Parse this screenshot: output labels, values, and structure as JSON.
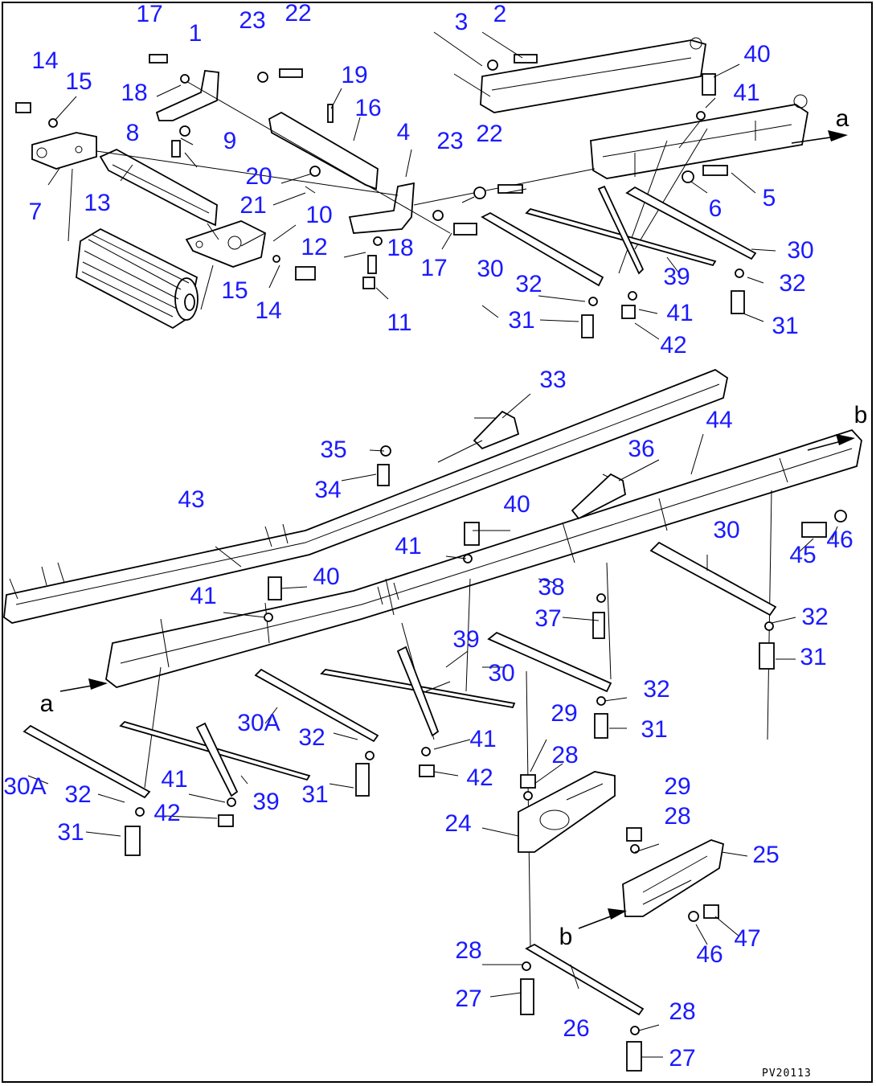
{
  "colors": {
    "callout": "#1a1aff",
    "line": "#000000",
    "background": "#ffffff"
  },
  "callouts": [
    {
      "text": "17"
    },
    {
      "text": "1"
    },
    {
      "text": "23"
    },
    {
      "text": "22"
    },
    {
      "text": "3"
    },
    {
      "text": "2"
    },
    {
      "text": "14"
    },
    {
      "text": "15"
    },
    {
      "text": "18"
    },
    {
      "text": "19"
    },
    {
      "text": "40"
    },
    {
      "text": "41"
    },
    {
      "text": "16"
    },
    {
      "text": "8"
    },
    {
      "text": "9"
    },
    {
      "text": "4"
    },
    {
      "text": "23"
    },
    {
      "text": "22"
    },
    {
      "text": "7"
    },
    {
      "text": "13"
    },
    {
      "text": "20"
    },
    {
      "text": "21"
    },
    {
      "text": "10"
    },
    {
      "text": "6"
    },
    {
      "text": "5"
    },
    {
      "text": "12"
    },
    {
      "text": "18"
    },
    {
      "text": "17"
    },
    {
      "text": "30"
    },
    {
      "text": "39"
    },
    {
      "text": "30"
    },
    {
      "text": "15"
    },
    {
      "text": "14"
    },
    {
      "text": "32"
    },
    {
      "text": "41"
    },
    {
      "text": "32"
    },
    {
      "text": "11"
    },
    {
      "text": "31"
    },
    {
      "text": "42"
    },
    {
      "text": "31"
    },
    {
      "text": "33"
    },
    {
      "text": "44"
    },
    {
      "text": "35"
    },
    {
      "text": "36"
    },
    {
      "text": "34"
    },
    {
      "text": "43"
    },
    {
      "text": "40"
    },
    {
      "text": "30"
    },
    {
      "text": "41"
    },
    {
      "text": "45"
    },
    {
      "text": "46"
    },
    {
      "text": "40"
    },
    {
      "text": "41"
    },
    {
      "text": "38"
    },
    {
      "text": "37"
    },
    {
      "text": "32"
    },
    {
      "text": "39"
    },
    {
      "text": "31"
    },
    {
      "text": "30"
    },
    {
      "text": "32"
    },
    {
      "text": "29"
    },
    {
      "text": "31"
    },
    {
      "text": "30A"
    },
    {
      "text": "32"
    },
    {
      "text": "28"
    },
    {
      "text": "41"
    },
    {
      "text": "30A"
    },
    {
      "text": "32"
    },
    {
      "text": "41"
    },
    {
      "text": "42"
    },
    {
      "text": "42"
    },
    {
      "text": "39"
    },
    {
      "text": "31"
    },
    {
      "text": "29"
    },
    {
      "text": "24"
    },
    {
      "text": "28"
    },
    {
      "text": "31"
    },
    {
      "text": "25"
    },
    {
      "text": "46"
    },
    {
      "text": "47"
    },
    {
      "text": "28"
    },
    {
      "text": "27"
    },
    {
      "text": "26"
    },
    {
      "text": "28"
    },
    {
      "text": "27"
    }
  ],
  "refs": [
    {
      "text": "a"
    },
    {
      "text": "b"
    },
    {
      "text": "a"
    },
    {
      "text": "b"
    }
  ],
  "drawing_code": "PV20113"
}
